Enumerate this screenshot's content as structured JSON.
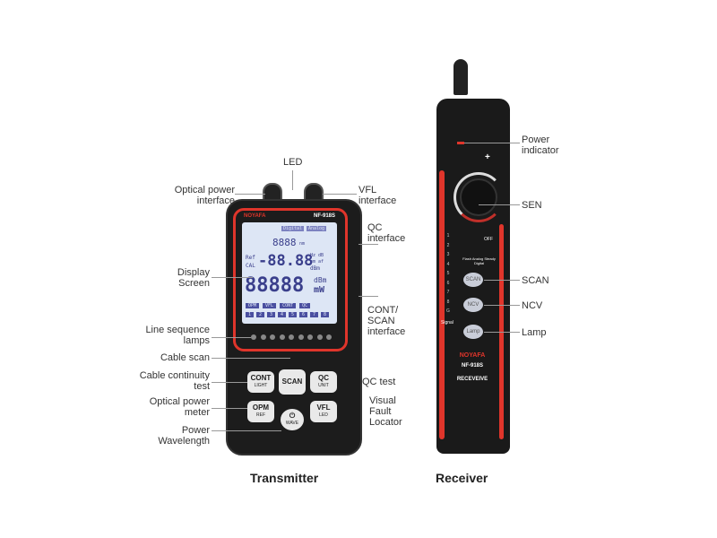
{
  "transmitter": {
    "caption": "Transmitter",
    "brand": "NOYAFA",
    "model": "NF-918S",
    "screen": {
      "top_tags": [
        "Digital",
        "Analog"
      ],
      "wavelength": "8888",
      "wavelength_unit": "nm",
      "ref": "Ref",
      "cal": "CAL",
      "mid_value": "-88.88",
      "mid_units": "Hz dB",
      "mid_units2": "nm af",
      "mid_units3": "dBm",
      "main_value": "88888",
      "main_unit1": "dBm",
      "main_unit2": "mW",
      "modes": [
        "OPM",
        "VFL",
        "CONT",
        "QC"
      ],
      "channels": [
        "1",
        "2",
        "3",
        "4",
        "5",
        "6",
        "7",
        "8"
      ]
    },
    "buttons": [
      {
        "main": "CONT",
        "sub": "LIGHT"
      },
      {
        "main": "SCAN",
        "sub": ""
      },
      {
        "main": "QC",
        "sub": "UNIT"
      },
      {
        "main": "OPM",
        "sub": "REF"
      },
      {
        "main": "⏻",
        "sub": "WAVE"
      },
      {
        "main": "VFL",
        "sub": "LED"
      }
    ],
    "labels": {
      "led": "LED",
      "optical_power_interface": "Optical power interface",
      "vfl_interface": "VFL interface",
      "qc_interface": "QC interface",
      "display_screen": "Display Screen",
      "cont_scan_interface": "CONT/ SCAN interface",
      "line_sequence_lamps": "Line sequence lamps",
      "cable_scan": "Cable scan",
      "cable_continuity_test": "Cable continuity test",
      "qc_test": "QC test",
      "optical_power_meter": "Optical power meter",
      "visual_fault_locator": "Visual Fault Locator",
      "power_wavelength": "Power Wavelength"
    }
  },
  "receiver": {
    "caption": "Receiver",
    "brand": "NOYAFA",
    "model": "NF-918S",
    "name_text": "RECEVEIVE",
    "plus": "+",
    "off": "OFF",
    "mode_text": "Flash Analog Steady Digital",
    "channels": [
      "1",
      "2",
      "3",
      "4",
      "5",
      "6",
      "7",
      "8",
      "G"
    ],
    "signal": "Signal",
    "buttons": [
      "SCAN",
      "NCV",
      "Lamp"
    ],
    "labels": {
      "power_indicator": "Power indicator",
      "sen": "SEN",
      "scan": "SCAN",
      "ncv": "NCV",
      "lamp": "Lamp"
    }
  },
  "colors": {
    "accent": "#e0352b",
    "body": "#1c1c1c",
    "screen": "#dde6f5"
  }
}
